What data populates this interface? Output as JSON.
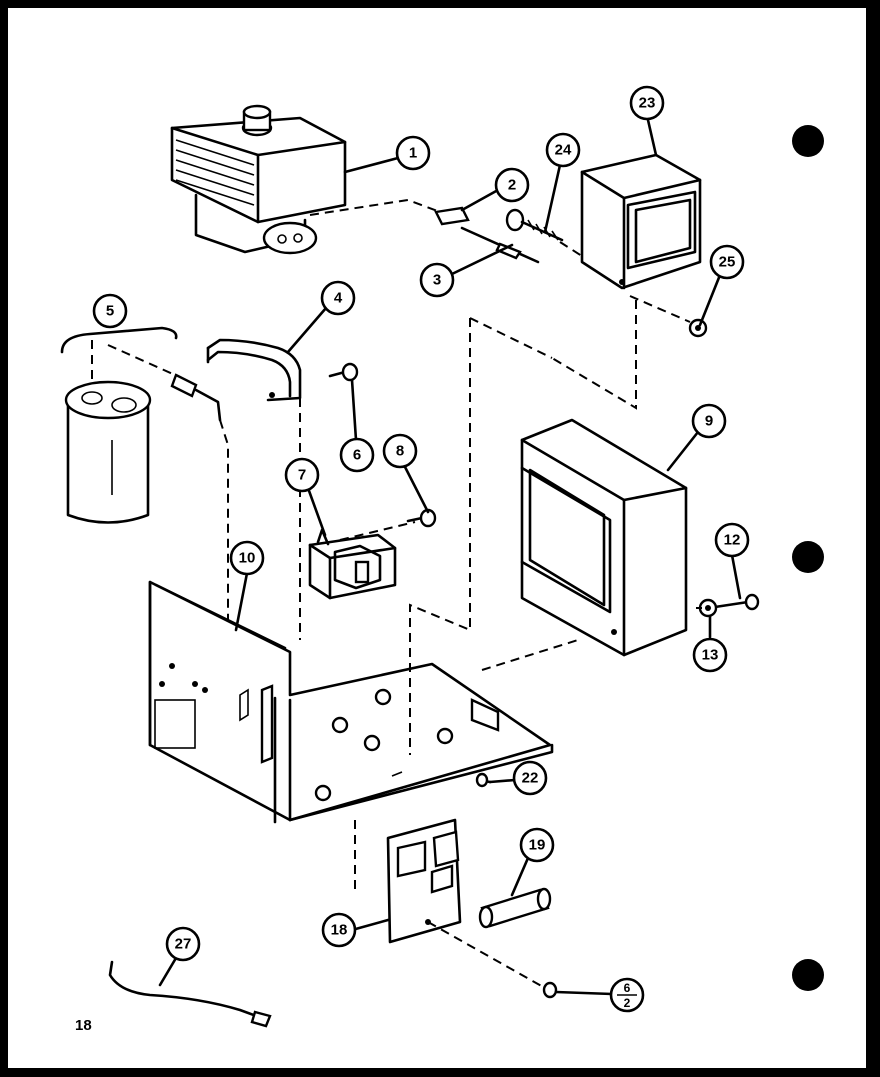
{
  "page_number": "18",
  "callouts": {
    "c1": "1",
    "c2": "2",
    "c3": "3",
    "c4": "4",
    "c5": "5",
    "c6": "6",
    "c7": "7",
    "c8": "8",
    "c9": "9",
    "c10": "10",
    "c12": "12",
    "c13": "13",
    "c18": "18",
    "c19": "19",
    "c22": "22",
    "c23": "23",
    "c24": "24",
    "c25": "25",
    "c27": "27",
    "c6b_top": "6",
    "c6b_bottom": "2"
  },
  "colors": {
    "ink": "#000000",
    "paper": "#ffffff",
    "border": "#000000"
  }
}
